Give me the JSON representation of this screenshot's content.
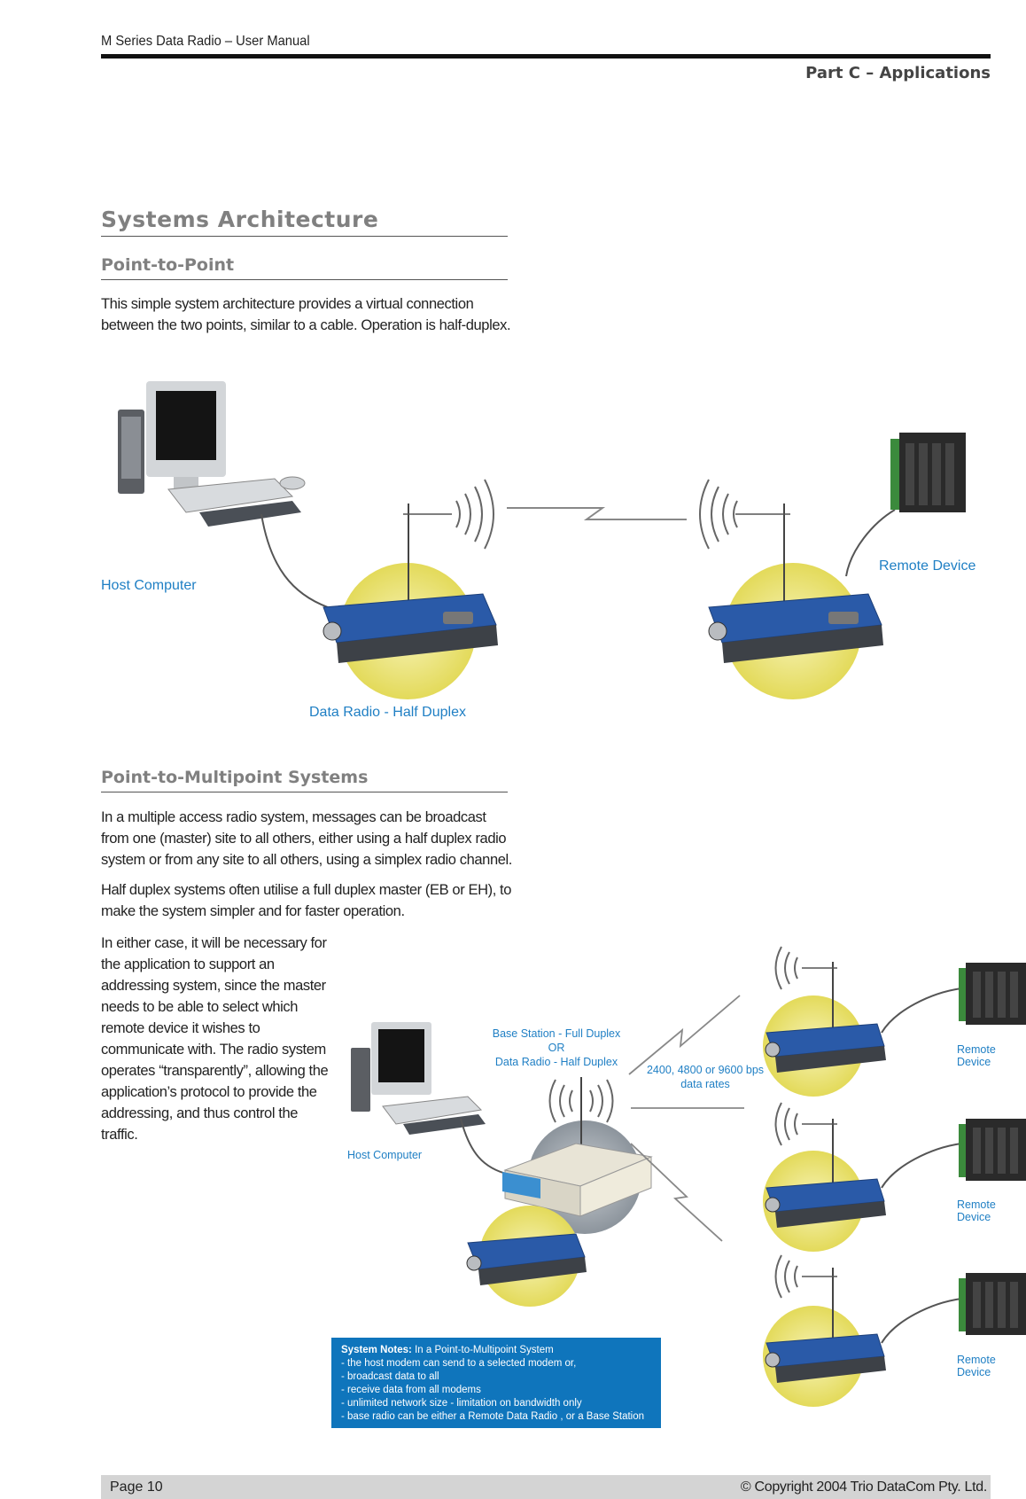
{
  "header": {
    "doc_title": "M Series Data Radio – User Manual",
    "section": "Part C – Applications"
  },
  "systems": {
    "title": "Systems  Architecture",
    "p2p": {
      "title": "Point-to-Point",
      "text": "This simple system architecture provides a virtual connection between the two points, similar to a cable. Operation is half-duplex.",
      "labels": {
        "host": "Host Computer",
        "radio": "Data Radio - Half Duplex",
        "remote": "Remote Device"
      }
    },
    "p2mp": {
      "title": "Point-to-Multipoint Systems",
      "p1": "In a multiple access radio system, messages can be broadcast from one (master) site to all others, either using a half duplex radio system or from any site to all others, using a simplex radio channel.",
      "p2": "Half duplex systems often utilise a full duplex master (EB or EH), to make the system simpler and for faster operation.",
      "p3": "In either case, it will be necessary for the application to support an addressing system, since the master needs to be able to select which remote device it wishes to communicate with. The radio system operates “transparently”, allowing the application’s protocol to provide the addressing, and thus control the traffic.",
      "labels": {
        "base_l1": "Base Station - Full Duplex",
        "base_l2": "OR",
        "base_l3": "Data Radio - Half Duplex",
        "rates_l1": "2400, 4800 or 9600 bps",
        "rates_l2": "data rates",
        "host": "Host Computer",
        "remote": "Remote Device"
      },
      "notes": {
        "heading": "System Notes:",
        "intro": " In a Point-to-Multipoint System",
        "items": [
          "- the host modem can send to a selected modem or,",
          "- broadcast data to all",
          "- receive data from all modems",
          "- unlimited network size - limitation on bandwidth only",
          "- base radio can be either a Remote Data Radio , or a Base Station"
        ]
      }
    }
  },
  "footer": {
    "page": "Page 10",
    "copyright": "© Copyright 2004 Trio DataCom Pty. Ltd."
  },
  "colors": {
    "label_blue": "#1f7fc4",
    "radio_blue": "#2a5aa8",
    "halo_yellow": "#ece57a",
    "notes_bg": "#0f75bc",
    "heading_gray": "#808080"
  }
}
